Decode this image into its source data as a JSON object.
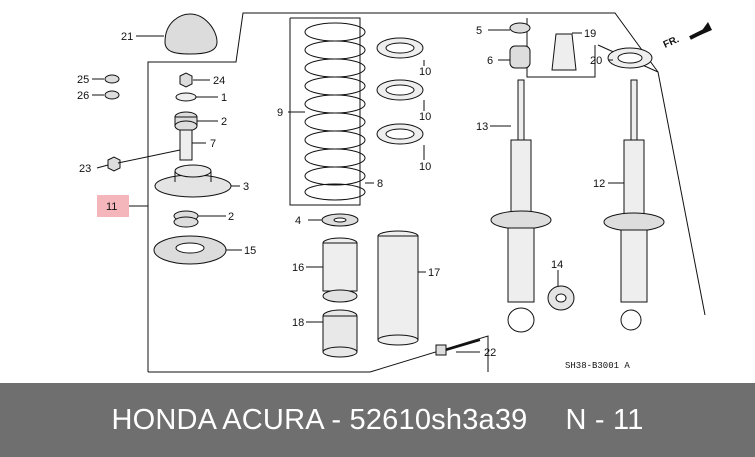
{
  "diagram": {
    "callouts": {
      "c1": "1",
      "c2a": "2",
      "c2b": "2",
      "c3": "3",
      "c5": "5",
      "c6": "6",
      "c7": "7",
      "c8": "8",
      "c9": "9",
      "c10a": "10",
      "c10b": "10",
      "c10c": "10",
      "c11": "11",
      "c12": "12",
      "c13": "13",
      "c14": "14",
      "c15": "15",
      "c16": "16",
      "c17": "17",
      "c18": "18",
      "c19": "19",
      "c20": "20",
      "c21": "21",
      "c22": "22",
      "c23": "23",
      "c24": "24",
      "c25": "25",
      "c26": "26",
      "c4": "4"
    },
    "highlight_color": "#f4b6bb",
    "drawing_code": "SH38-B3001 A",
    "front_label": "FR."
  },
  "footer": {
    "background": "#6f6f6f",
    "part_text": "HONDA ACURA - 52610sh3a39",
    "ref_text": "N - 11"
  }
}
